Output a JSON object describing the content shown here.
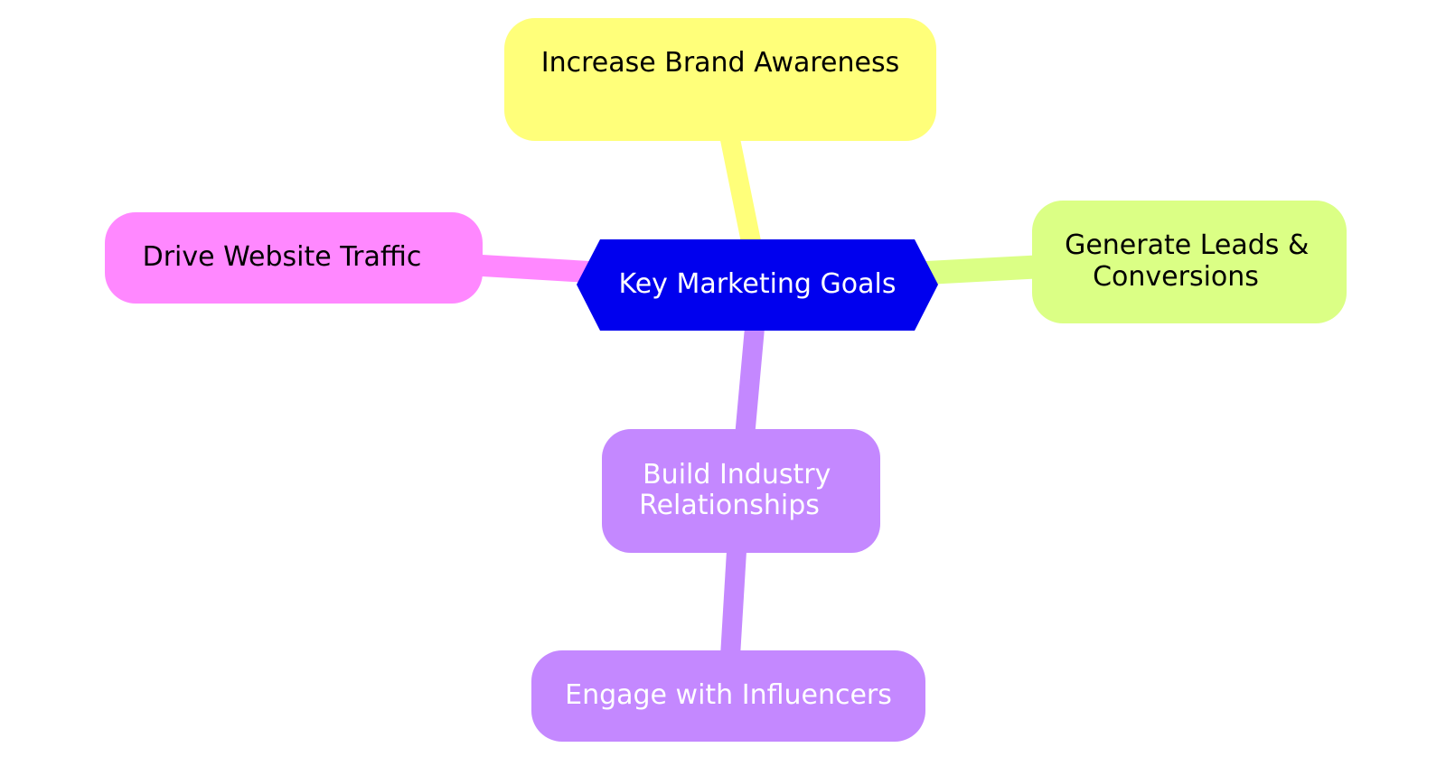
{
  "root": {
    "label": "Key Marketing Goals",
    "fill": "#0000EE",
    "text_color": "#FFFFFF"
  },
  "branches": [
    {
      "id": "brand-awareness",
      "lines": [
        "Increase Brand Awareness"
      ],
      "fill": "#FFFF7A",
      "edge_color": "#FFFF7A",
      "text_color": "#000000"
    },
    {
      "id": "leads-conversions",
      "lines": [
        "Generate Leads &",
        "Conversions"
      ],
      "fill": "#DBFF85",
      "edge_color": "#DBFF85",
      "text_color": "#000000"
    },
    {
      "id": "website-traffic",
      "lines": [
        "Drive Website Traffic"
      ],
      "fill": "#FF88FF",
      "edge_color": "#FF88FF",
      "text_color": "#000000"
    },
    {
      "id": "industry-relationships",
      "lines": [
        "Build Industry",
        "Relationships"
      ],
      "fill": "#C488FF",
      "edge_color": "#C488FF",
      "text_color": "#FFFFFF",
      "children": [
        {
          "id": "influencers",
          "lines": [
            "Engage with Influencers"
          ],
          "fill": "#C488FF",
          "edge_color": "#C488FF",
          "text_color": "#FFFFFF"
        }
      ]
    }
  ]
}
